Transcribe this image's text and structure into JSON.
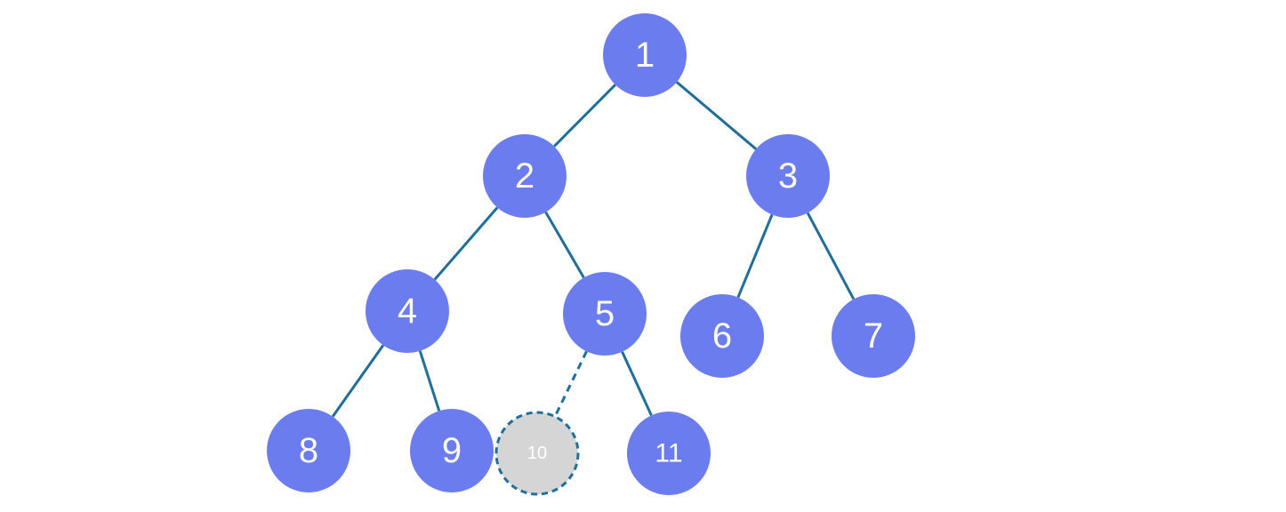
{
  "colors": {
    "node_fill": "#6b7cee",
    "edge": "#1f6e9c",
    "placeholder_fill": "#d5d5d5",
    "placeholder_stroke": "#1f6e9c"
  },
  "nodes": [
    {
      "id": "1",
      "label": "1",
      "kind": "normal"
    },
    {
      "id": "2",
      "label": "2",
      "kind": "normal"
    },
    {
      "id": "3",
      "label": "3",
      "kind": "normal"
    },
    {
      "id": "4",
      "label": "4",
      "kind": "normal"
    },
    {
      "id": "5",
      "label": "5",
      "kind": "normal"
    },
    {
      "id": "6",
      "label": "6",
      "kind": "normal"
    },
    {
      "id": "7",
      "label": "7",
      "kind": "normal"
    },
    {
      "id": "8",
      "label": "8",
      "kind": "normal"
    },
    {
      "id": "9",
      "label": "9",
      "kind": "normal"
    },
    {
      "id": "10",
      "label": "10",
      "kind": "placeholder"
    },
    {
      "id": "11",
      "label": "11",
      "kind": "normal"
    }
  ],
  "edges": [
    {
      "from": "1",
      "to": "2",
      "style": "solid"
    },
    {
      "from": "1",
      "to": "3",
      "style": "solid"
    },
    {
      "from": "2",
      "to": "4",
      "style": "solid"
    },
    {
      "from": "2",
      "to": "5",
      "style": "solid"
    },
    {
      "from": "3",
      "to": "6",
      "style": "solid"
    },
    {
      "from": "3",
      "to": "7",
      "style": "solid"
    },
    {
      "from": "4",
      "to": "8",
      "style": "solid"
    },
    {
      "from": "4",
      "to": "9",
      "style": "solid"
    },
    {
      "from": "5",
      "to": "10",
      "style": "dashed"
    },
    {
      "from": "5",
      "to": "11",
      "style": "solid"
    }
  ]
}
